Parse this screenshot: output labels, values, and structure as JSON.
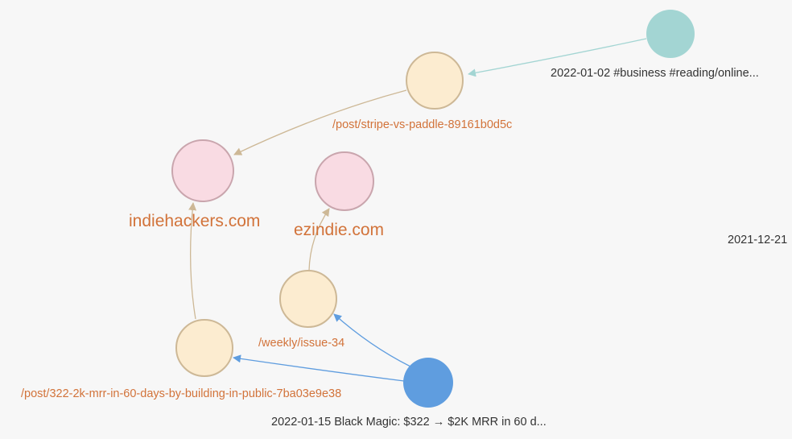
{
  "graph": {
    "nodes": [
      {
        "id": "note-2022-01-02",
        "label": "2022-01-02 #business #reading/online...",
        "kind": "note",
        "fill": "#a3d5d3",
        "stroke": "#a3d5d3",
        "label_color": "#333333"
      },
      {
        "id": "post-stripe-vs-paddle",
        "label": "/post/stripe-vs-paddle-89161b0d5c",
        "kind": "page",
        "fill": "#fcecd0",
        "stroke": "#cdb896",
        "label_color": "#d2733a"
      },
      {
        "id": "domain-indiehackers",
        "label": "indiehackers.com",
        "kind": "domain",
        "fill": "#f9dbe3",
        "stroke": "#c9a5ad",
        "label_color": "#d2733a"
      },
      {
        "id": "domain-ezindie",
        "label": "ezindie.com",
        "kind": "domain",
        "fill": "#f9dbe3",
        "stroke": "#c9a5ad",
        "label_color": "#d2733a"
      },
      {
        "id": "weekly-issue-34",
        "label": "/weekly/issue-34",
        "kind": "page",
        "fill": "#fcecd0",
        "stroke": "#cdb896",
        "label_color": "#d2733a"
      },
      {
        "id": "post-322-2k-mrr",
        "label": "/post/322-2k-mrr-in-60-days-by-building-in-public-7ba03e9e38",
        "kind": "page",
        "fill": "#fcecd0",
        "stroke": "#cdb896",
        "label_color": "#d2733a"
      },
      {
        "id": "note-2022-01-15",
        "label": "2022-01-15 Black Magic: $322 → $2K MRR in 60 d...",
        "kind": "note-active",
        "fill": "#5f9ddf",
        "stroke": "#5f9ddf",
        "label_color": "#333333"
      },
      {
        "id": "note-2021-12-21",
        "label": "2021-12-21",
        "kind": "note-offscreen",
        "label_color": "#333333"
      }
    ],
    "edges": [
      {
        "from": "note-2022-01-02",
        "to": "post-stripe-vs-paddle",
        "color": "#a3d5d3"
      },
      {
        "from": "post-stripe-vs-paddle",
        "to": "domain-indiehackers",
        "color": "#cdb896"
      },
      {
        "from": "post-322-2k-mrr",
        "to": "domain-indiehackers",
        "color": "#cdb896"
      },
      {
        "from": "weekly-issue-34",
        "to": "domain-ezindie",
        "color": "#cdb896"
      },
      {
        "from": "note-2022-01-15",
        "to": "weekly-issue-34",
        "color": "#5f9ddf"
      },
      {
        "from": "note-2022-01-15",
        "to": "post-322-2k-mrr",
        "color": "#5f9ddf"
      }
    ]
  }
}
